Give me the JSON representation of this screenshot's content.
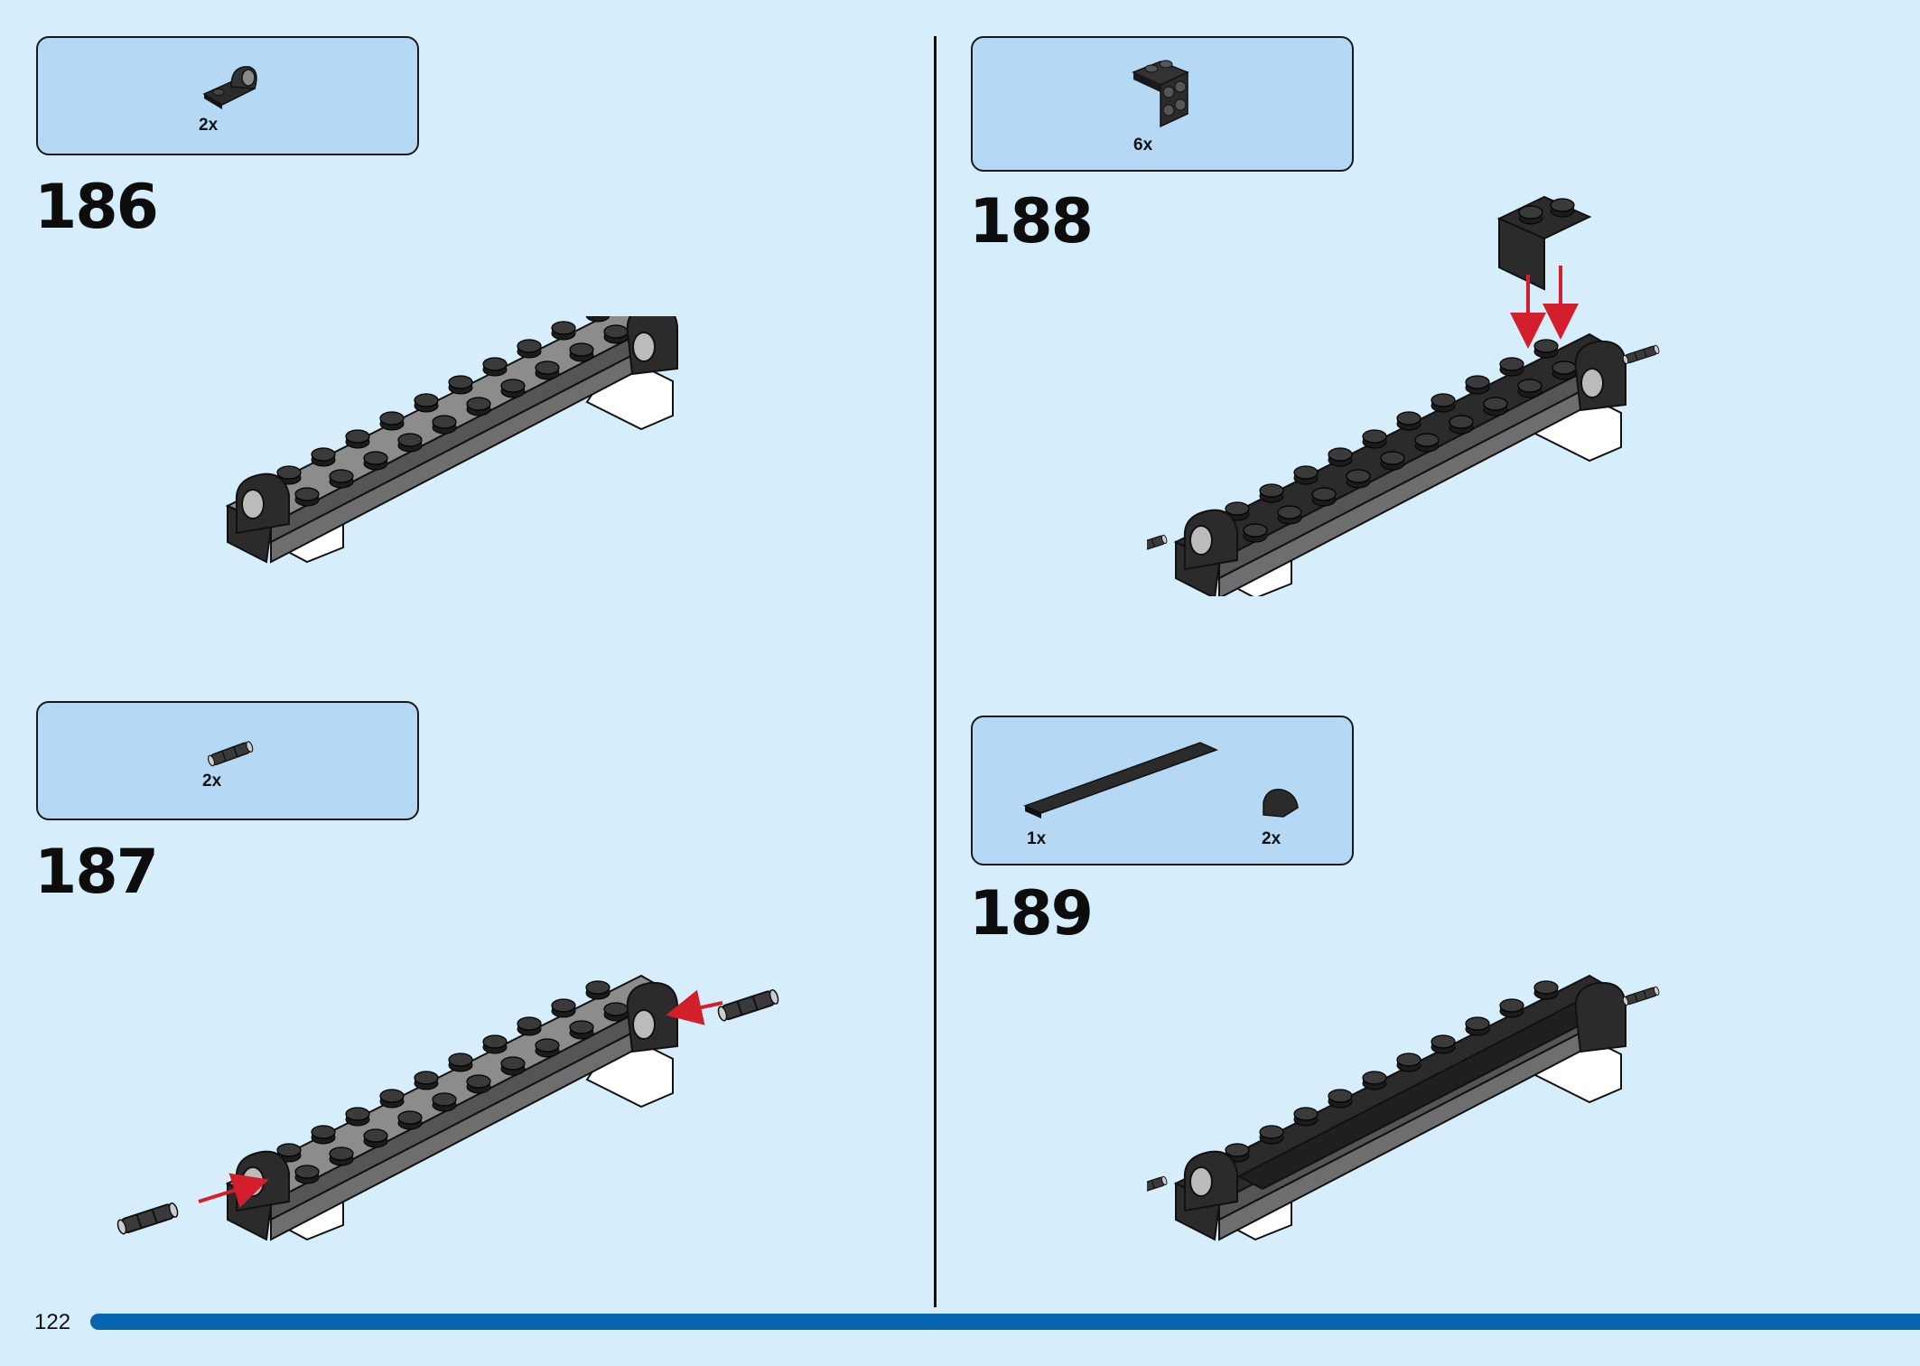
{
  "page": {
    "number": "122"
  },
  "steps": [
    {
      "number": "186",
      "parts": [
        {
          "qty": "2x",
          "icon": "plate-with-pin-hole-icon"
        }
      ]
    },
    {
      "number": "187",
      "parts": [
        {
          "qty": "2x",
          "icon": "technic-pin-icon"
        }
      ]
    },
    {
      "number": "188",
      "parts": [
        {
          "qty": "6x",
          "icon": "bracket-2x2-icon"
        }
      ]
    },
    {
      "number": "189",
      "parts": [
        {
          "qty": "1x",
          "icon": "long-tile-icon"
        },
        {
          "qty": "2x",
          "icon": "curved-slope-icon"
        }
      ]
    }
  ],
  "colors": {
    "background": "#d6edfb",
    "parts_box": "#b5d8f5",
    "progress_bar": "#0a65b0",
    "arrow": "#d31f2c",
    "brick_dark": "#2b2b2b",
    "brick_gray": "#8c8c8c",
    "brick_white": "#ffffff"
  }
}
